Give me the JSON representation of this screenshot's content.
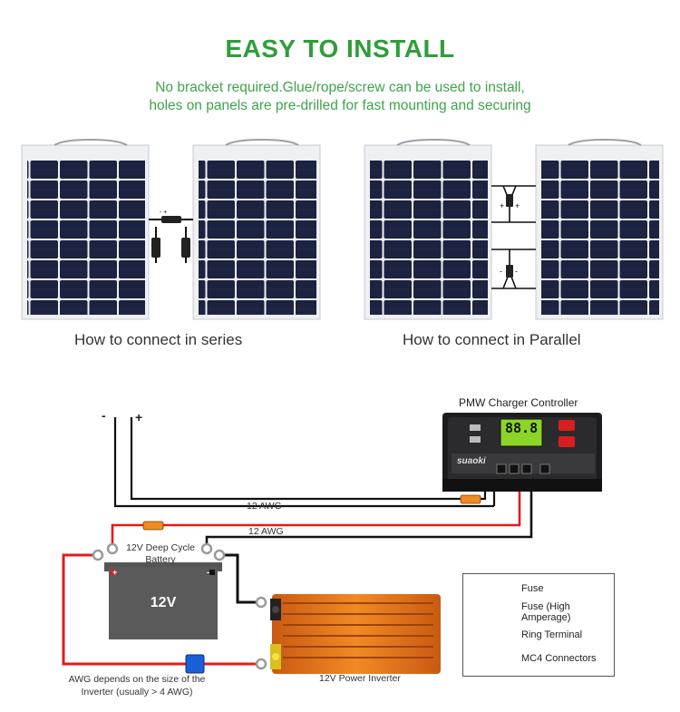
{
  "header": {
    "title": "EASY TO INSTALL",
    "subtitle_line1": "No bracket required.Glue/rope/screw can be used to install,",
    "subtitle_line2": "holes on panels are pre-drilled for fast mounting and securing"
  },
  "panels": {
    "series_caption": "How to connect in series",
    "parallel_caption": "How to connect in Parallel"
  },
  "wiring": {
    "minus_label": "-",
    "plus_label": "+",
    "controller_label": "PMW Charger Controller",
    "controller_brand": "suaoki",
    "controller_display": "88.8",
    "awg_label_1": "12 AWG",
    "awg_label_2": "12 AWG",
    "battery_label": "12V Deep Cycle\nBattery",
    "battery_voltage": "12V",
    "inverter_label": "12V Power Inverter",
    "awg_note": "AWG depends on the size of the\nInverter (usually > 4 AWG)"
  },
  "legend": {
    "items": [
      {
        "label": "Fuse",
        "icon": "fuse-icon"
      },
      {
        "label": "Fuse (High Amperage)",
        "icon": "high-amp-fuse-icon"
      },
      {
        "label": "Ring Terminal",
        "icon": "ring-terminal-icon"
      },
      {
        "label": "MC4 Connectors",
        "icon": "mc4-connector-icon"
      }
    ]
  },
  "colors": {
    "title_green": "#2e9e3a",
    "panel_blue": "#1c2340",
    "wire_red": "#e21b1b",
    "fuse_orange": "#f08a24",
    "fuse_blue": "#1b5fd8",
    "inverter_orange": "#e8761f"
  }
}
